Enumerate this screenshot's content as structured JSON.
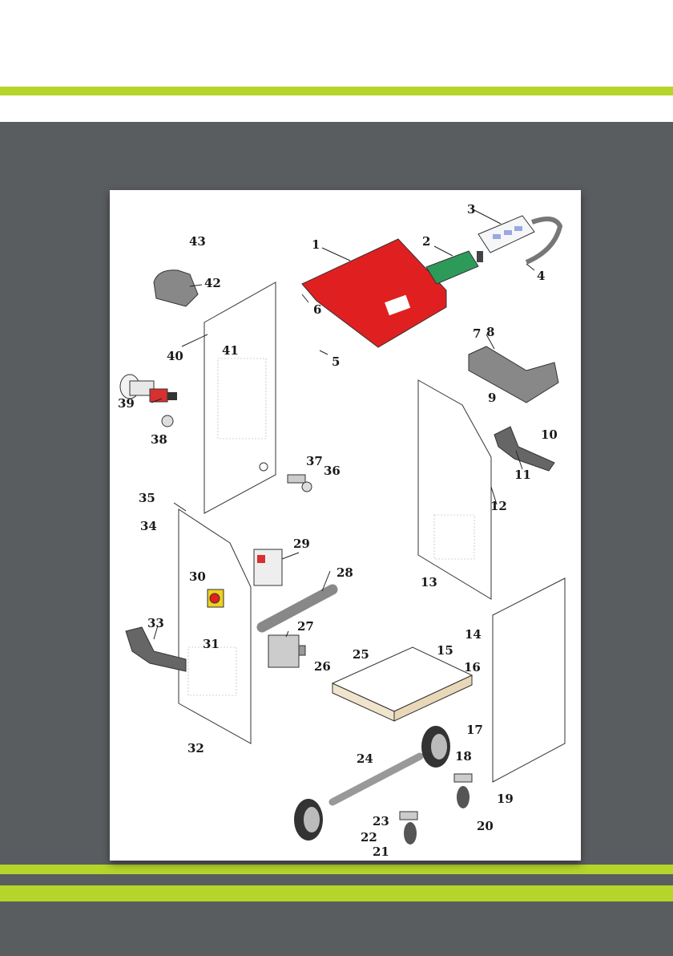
{
  "colors": {
    "accent_green": "#b5d52a",
    "background_gray": "#5a5d60",
    "cover_red": "#e02020",
    "board_green": "#2e9a5a",
    "switch_yellow": "#f0d020"
  },
  "diagram": {
    "parts": [
      {
        "id": "p1",
        "label": "1"
      },
      {
        "id": "p2",
        "label": "2"
      },
      {
        "id": "p3",
        "label": "3"
      },
      {
        "id": "p4",
        "label": "4"
      },
      {
        "id": "p5",
        "label": "5"
      },
      {
        "id": "p6",
        "label": "6"
      },
      {
        "id": "p7",
        "label": "7"
      },
      {
        "id": "p8",
        "label": "8"
      },
      {
        "id": "p9",
        "label": "9"
      },
      {
        "id": "p10",
        "label": "10"
      },
      {
        "id": "p11",
        "label": "11"
      },
      {
        "id": "p12",
        "label": "12"
      },
      {
        "id": "p13",
        "label": "13"
      },
      {
        "id": "p14",
        "label": "14"
      },
      {
        "id": "p15",
        "label": "15"
      },
      {
        "id": "p16",
        "label": "16"
      },
      {
        "id": "p17",
        "label": "17"
      },
      {
        "id": "p18",
        "label": "18"
      },
      {
        "id": "p19",
        "label": "19"
      },
      {
        "id": "p20",
        "label": "20"
      },
      {
        "id": "p21",
        "label": "21"
      },
      {
        "id": "p22",
        "label": "22"
      },
      {
        "id": "p23",
        "label": "23"
      },
      {
        "id": "p24",
        "label": "24"
      },
      {
        "id": "p25",
        "label": "25"
      },
      {
        "id": "p26",
        "label": "26"
      },
      {
        "id": "p27",
        "label": "27"
      },
      {
        "id": "p28",
        "label": "28"
      },
      {
        "id": "p29",
        "label": "29"
      },
      {
        "id": "p30",
        "label": "30"
      },
      {
        "id": "p31",
        "label": "31"
      },
      {
        "id": "p32",
        "label": "32"
      },
      {
        "id": "p33",
        "label": "33"
      },
      {
        "id": "p34",
        "label": "34"
      },
      {
        "id": "p35",
        "label": "35"
      },
      {
        "id": "p36",
        "label": "36"
      },
      {
        "id": "p37",
        "label": "37"
      },
      {
        "id": "p38",
        "label": "38"
      },
      {
        "id": "p39",
        "label": "39"
      },
      {
        "id": "p40",
        "label": "40"
      },
      {
        "id": "p41",
        "label": "41"
      },
      {
        "id": "p42",
        "label": "42"
      },
      {
        "id": "p43",
        "label": "43"
      }
    ]
  }
}
